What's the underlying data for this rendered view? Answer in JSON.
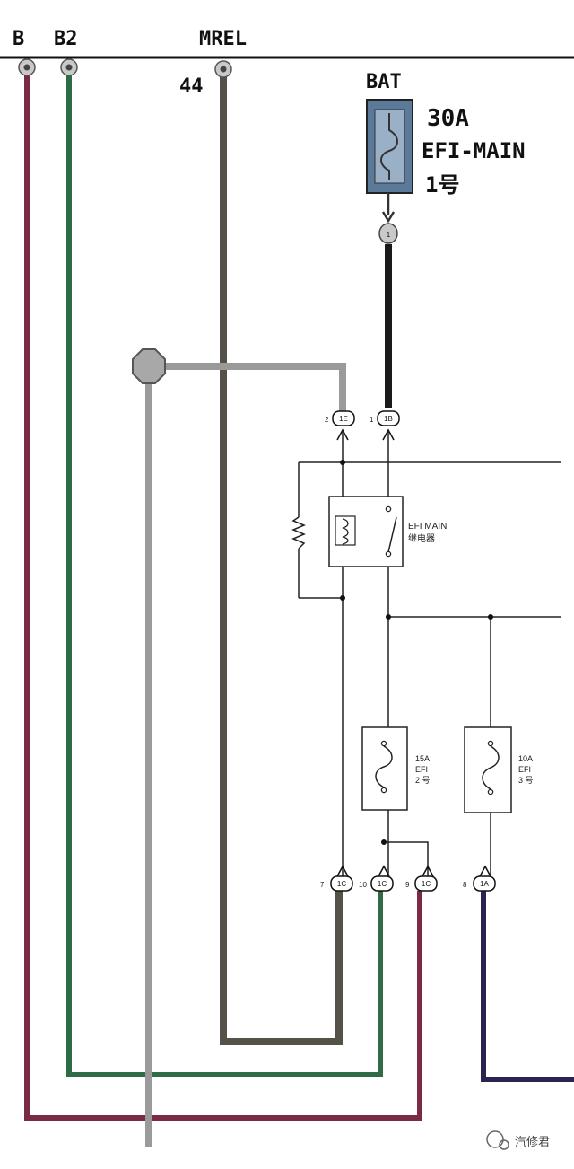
{
  "header_labels": {
    "b": "B",
    "b2": "B2",
    "mrel": "MREL"
  },
  "terminal_number": "44",
  "battery_label": "BAT",
  "main_fuse": {
    "rating": "30A",
    "name": "EFI-MAIN",
    "number": "1号"
  },
  "fuse_pin": "1",
  "connectors": {
    "c1e": {
      "pin": "2",
      "code": "1E"
    },
    "c1b": {
      "pin": "1",
      "code": "1B"
    },
    "c1c_7": {
      "pin": "7",
      "code": "1C"
    },
    "c1c_10": {
      "pin": "10",
      "code": "1C"
    },
    "c1c_9": {
      "pin": "9",
      "code": "1C"
    },
    "c1a": {
      "pin": "8",
      "code": "1A"
    }
  },
  "relay": {
    "line1": "EFI MAIN",
    "line2": "继电器"
  },
  "fuse_efi2": {
    "rating": "15A",
    "name": "EFI",
    "number": "2 号"
  },
  "fuse_efi3": {
    "rating": "10A",
    "name": "EFI",
    "number": "3 号"
  },
  "watermark": "汽修君",
  "colors": {
    "wire_b": "#7a2a45",
    "wire_b2": "#2f6b45",
    "wire_mrel": "#555048",
    "wire_gray": "#9a9a9a",
    "wire_black": "#1a1a1a",
    "wire_navy": "#2a2550",
    "fuse_fill": "#5b7a9a"
  }
}
